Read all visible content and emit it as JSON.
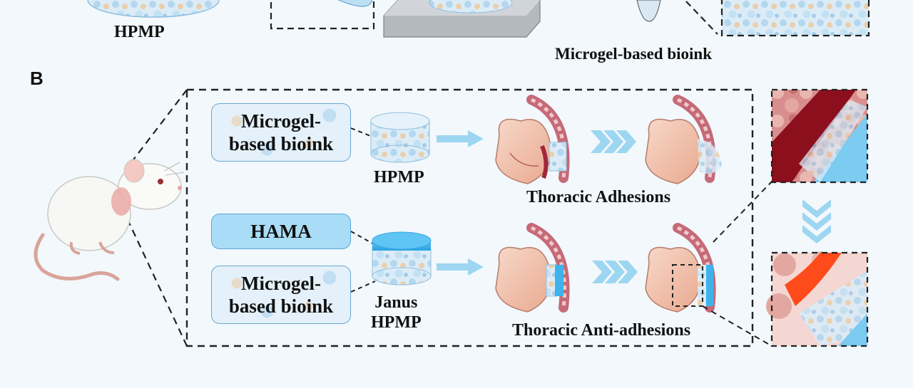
{
  "panel_a": {
    "hpmp_label": "HPMP",
    "bioink_label": "Microgel-based bioink"
  },
  "panel_b": {
    "panel_letter": "B",
    "top_row": {
      "box_label": "Microgel-\nbased bioink",
      "scaffold_label": "HPMP",
      "outcome_label": "Thoracic Adhesions"
    },
    "bottom_row": {
      "hama_label": "HAMA",
      "box_label": "Microgel-\nbased bioink",
      "scaffold_label": "Janus\nHPMP",
      "outcome_label": "Thoracic Anti-adhesions"
    }
  },
  "colors": {
    "background": "#f2f8fc",
    "dash_border": "#222222",
    "light_blue": "#a9dcf6",
    "arrow_blue": "#8fd0f0",
    "heart": "#f3c7b4",
    "vessel_red": "#c4303a",
    "anti_red": "#ff4a1c"
  }
}
